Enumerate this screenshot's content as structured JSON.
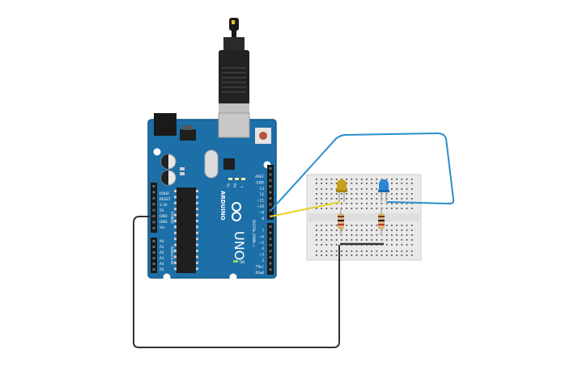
{
  "board": {
    "logo": "ARDUINO",
    "model": "UNO",
    "on_label": "ON",
    "tx_label": "TX",
    "rx_label": "RX",
    "l_label": "L",
    "power_section": "POWER",
    "analog_section": "ANALOG IN",
    "digital_section": "DIGITAL (PWM~)",
    "power_pins": [
      "IOREF",
      "RESET",
      "3.3V",
      "5V",
      "GND",
      "GND",
      "Vin"
    ],
    "analog_pins": [
      "A0",
      "A1",
      "A2",
      "A3",
      "A4",
      "A5"
    ],
    "digital_top_pins": [
      "AREF",
      "GND",
      "13",
      "12",
      "~11",
      "~10",
      "~9",
      "8"
    ],
    "digital_bottom_pins": [
      "7",
      "~6",
      "~5",
      "4",
      "~3",
      "2",
      "TX▸1",
      "RX◂0"
    ]
  },
  "colors": {
    "board": "#1d6fa8",
    "board_edge": "#155886",
    "wire_blue": "#2a8fc8",
    "wire_yellow": "#e8d22a",
    "wire_black": "#333333",
    "breadboard": "#e9e9e9",
    "led_yellow": "#c9a017",
    "led_blue": "#2b86d6"
  }
}
